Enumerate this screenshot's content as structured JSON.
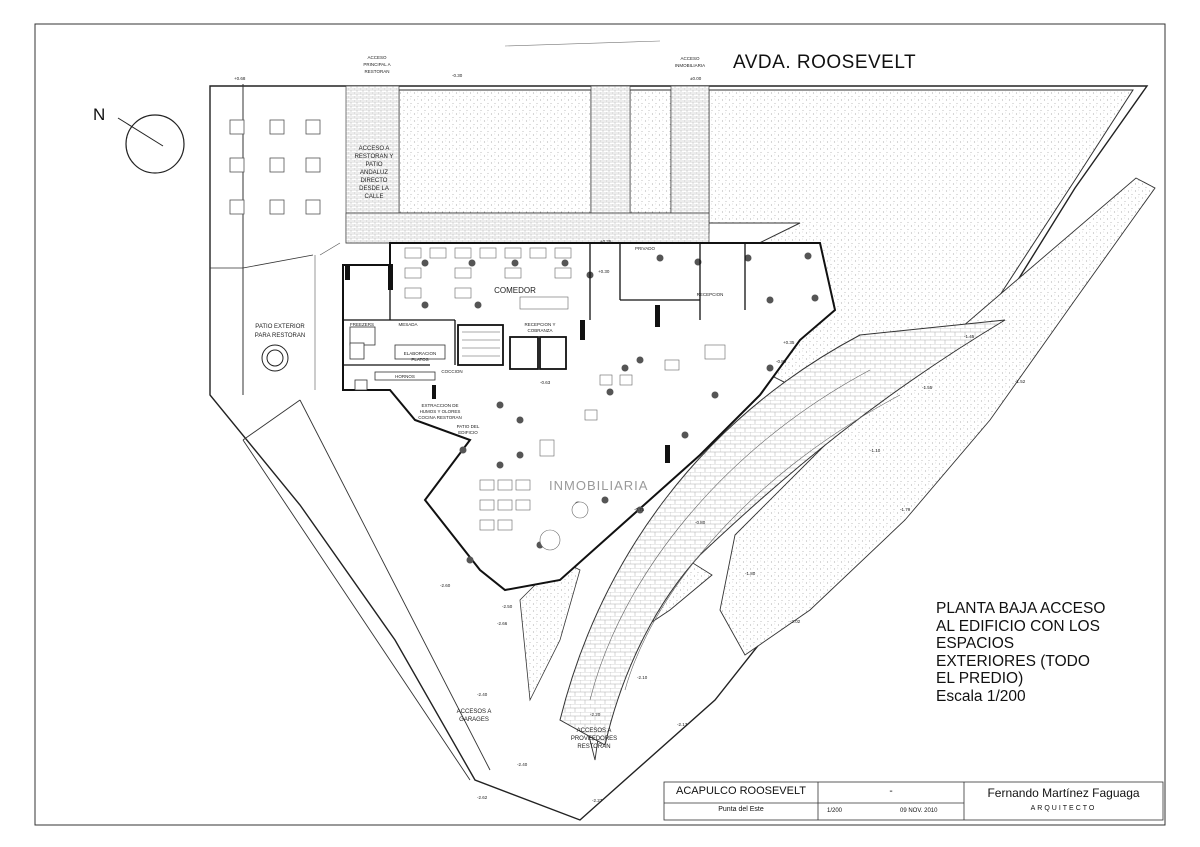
{
  "street": "AVDA. ROOSEVELT",
  "north": "N",
  "watermark": "INMOBILIARIA",
  "labels": {
    "acceso_principal": [
      "ACCESO",
      "PRINCIPAL  A",
      "RESTORAN"
    ],
    "acceso_inmobiliaria": [
      "ACCESO",
      "INMOBILIARIA"
    ],
    "acceso_restoran_patio": [
      "ACCESO  A",
      "RESTORAN  Y",
      "PATIO",
      "ANDALUZ",
      "DIRECTO",
      "DESDE  LA",
      "CALLE"
    ],
    "patio_exterior": [
      "PATIO  EXTERIOR",
      "PARA  RESTORAN"
    ],
    "comedor": "COMEDOR",
    "accesos_garages": [
      "ACCESOS  A",
      "GARAGES"
    ],
    "accesos_proveedores": [
      "ACCESOS  A",
      "PROVEEDORES",
      "RESTORAN"
    ],
    "recepcion": "RECEPCION",
    "privado": "PRIVADO",
    "patio_edificio": [
      "PATIO  DEL",
      "EDIFICIO"
    ],
    "coccion": "COCCION",
    "hornos": "HORNOS",
    "elaboracion": [
      "ELABORACION",
      "PLATOS"
    ],
    "freezers": "FREEZERS",
    "mesada": "MESADA",
    "extraccion": [
      "EXTRACCION  DE",
      "HUMOS  Y  OLORES",
      "COCINA  RESTORAN"
    ],
    "recepcion_cobranza": [
      "RECEPCION  Y",
      "COBRANZA"
    ]
  },
  "levels": [
    "+0.68",
    "-0.30",
    "±0.00",
    "+0.25",
    "+0.30",
    "-0.63",
    "+0.35",
    "-0.80",
    "-1.45",
    "-1.52",
    "-1.55",
    "-1.10",
    "-1.79",
    "-0.75",
    "-0.80",
    "-1.80",
    "-2.02",
    "-2.10",
    "-2.20",
    "-2.17",
    "-2.27",
    "-2.40",
    "-2.40",
    "-2.50",
    "-2.60",
    "-2.62",
    "-2.66"
  ],
  "notes": [
    "PLANTA BAJA ACCESO",
    "AL EDIFICIO CON LOS",
    "ESPACIOS",
    "EXTERIORES (TODO",
    "EL PREDIO)",
    "Escala 1/200"
  ],
  "title_block": {
    "project": "ACAPULCO  ROOSEVELT",
    "location": "Punta del Este",
    "dash": "-",
    "scale": "1/200",
    "date": "09 NOV. 2010",
    "architect": "Fernando Martínez Faguaga",
    "role": "ARQUITECTO"
  },
  "colors": {
    "line": "#1a1a1a",
    "hatch": "#bdbdbd",
    "paper": "#ffffff"
  }
}
